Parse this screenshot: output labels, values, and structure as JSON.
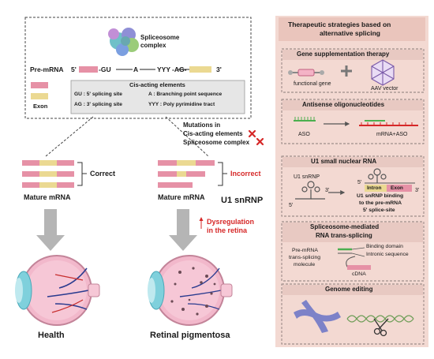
{
  "left": {
    "spliceosome_label_1": "Spliceosome",
    "spliceosome_label_2": "complex",
    "premrna": {
      "label": "Pre-mRNA",
      "five_prime": "5'",
      "gu": "-GU",
      "a": "A",
      "yyy": "YYY",
      "ag": "-AG-",
      "three_prime": "3'"
    },
    "legend": {
      "title": "Cis-acting elements",
      "row1_left": "GU : 5' splicing site",
      "row1_right": "A : Branching point sequence",
      "row2_left": "AG : 3' splicing site",
      "row2_right": "YYY : Poly pyrimidine  tract",
      "exon_label": "Exon"
    },
    "mutations": {
      "line1": "Mutations in",
      "line2": "Cis-acting elements",
      "line3": "Spliceosome complex"
    },
    "correct_label": "Correct",
    "incorrect_label": "Incorrect",
    "mature_mrna_left": "Mature mRNA",
    "mature_mrna_right": "Mature mRNA",
    "u1_snrnp_label": "U1 snRNP",
    "dysregulation_1": "Dysregulation",
    "dysregulation_2": "in the retina",
    "health_label": "Health",
    "rp_label": "Retinal pigmentosa"
  },
  "right": {
    "title_1": "Therapeutic strategies based on",
    "title_2": "alternative splicing",
    "gene_supp": {
      "title": "Gene supplementation therapy",
      "functional_gene": "functional gene",
      "aav": "AAV vector"
    },
    "aso": {
      "title": "Antisense oligonucleotides",
      "aso_label": "ASO",
      "mrna_aso": "mRNA+ASO"
    },
    "u1": {
      "title": "U1 small nuclear RNA",
      "snrnp": "U1 snRNP",
      "five": "5'",
      "three": "3'",
      "five2": "5'",
      "three2": "3'",
      "intron": "Intron",
      "exon": "Exon",
      "desc_1": "U1 snRNP binding",
      "desc_2": "to the pre-mRNA",
      "desc_3": "5' splice-site"
    },
    "trans": {
      "title_1": "Spliceosome-mediated",
      "title_2": "RNA trans-splicing",
      "mol_1": "Pre-mRNA",
      "mol_2": "trans-splicing",
      "mol_3": "molecule",
      "binding": "Binding domain",
      "intronic": "Intronic sequence",
      "cdna": "cDNA"
    },
    "genome": {
      "title": "Genome editing"
    }
  },
  "colors": {
    "pink": "#e691a6",
    "yellow": "#ebd992",
    "panel_bg": "#f3d9d2",
    "red": "#d62828",
    "green": "#4caf50",
    "eye_pink": "#f2b8cb",
    "vessel": "#2a3b8f",
    "lens": "#7fd0dc"
  }
}
